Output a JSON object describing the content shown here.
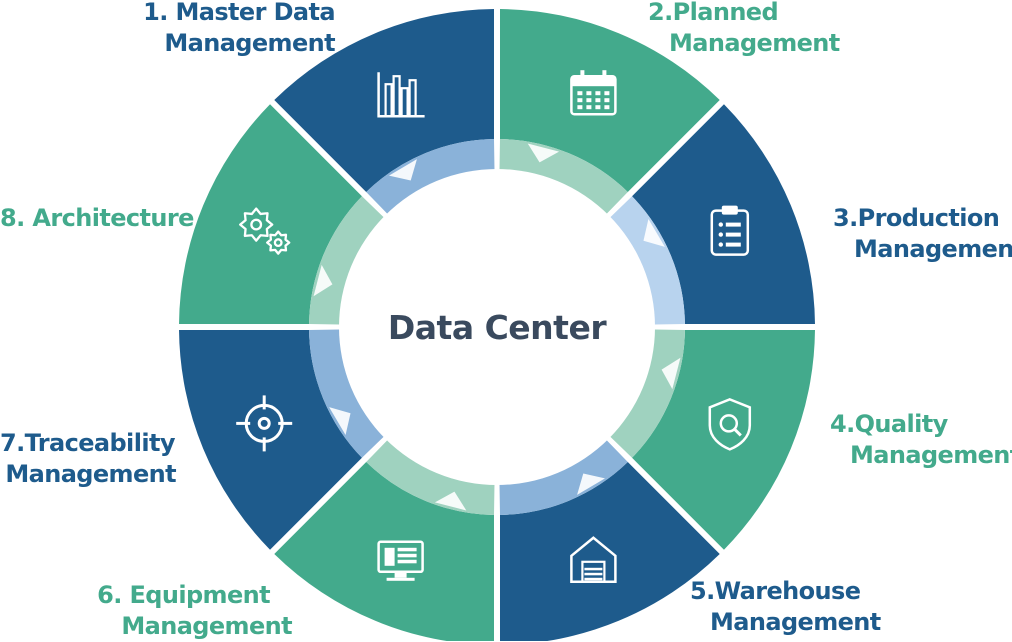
{
  "center": {
    "title": "Data Center"
  },
  "colors": {
    "blue": "#1e5b8c",
    "green": "#43aa8c",
    "ring_blue": "#8ab2d9",
    "ring_green": "#9fd2bf",
    "ring_light_blue": "#b8d3ee",
    "center_text": "#3a4a5e"
  },
  "segments": [
    {
      "id": 1,
      "line1": "1. Master Data",
      "line2": "Management",
      "color": "blue",
      "icon": "bar-chart-icon"
    },
    {
      "id": 2,
      "line1": "2.Planned",
      "line2": "Management",
      "color": "green",
      "icon": "calendar-icon"
    },
    {
      "id": 3,
      "line1": "3.Production",
      "line2": "Management",
      "color": "blue",
      "icon": "clipboard-checklist-icon"
    },
    {
      "id": 4,
      "line1": "4.Quality",
      "line2": "Management",
      "color": "green",
      "icon": "shield-search-icon"
    },
    {
      "id": 5,
      "line1": "5.Warehouse",
      "line2": "Management",
      "color": "blue",
      "icon": "warehouse-icon"
    },
    {
      "id": 6,
      "line1": "6. Equipment",
      "line2": "Management",
      "color": "green",
      "icon": "monitor-icon"
    },
    {
      "id": 7,
      "line1": "7.Traceability",
      "line2": "Management",
      "color": "blue",
      "icon": "crosshair-target-icon"
    },
    {
      "id": 8,
      "line1": "8. Architecture",
      "line2": "",
      "color": "green",
      "icon": "gears-icon"
    }
  ]
}
